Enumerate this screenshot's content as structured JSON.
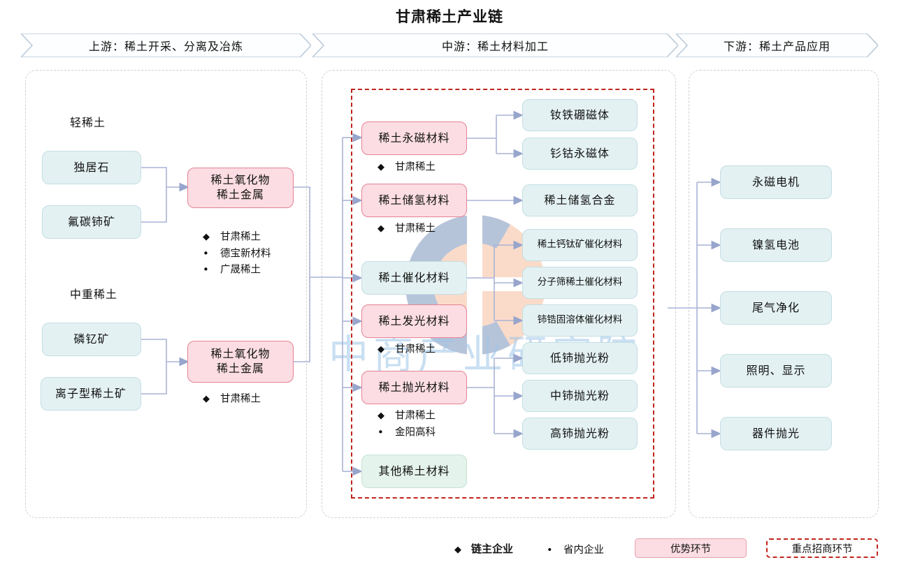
{
  "title": "甘肃稀土产业链",
  "banners": [
    {
      "label": "上游：稀土开采、分离及冶炼"
    },
    {
      "label": "中游：稀土材料加工"
    },
    {
      "label": "下游：稀土产品应用"
    }
  ],
  "upstream": {
    "groups": [
      {
        "name": "轻稀土",
        "sources": [
          "独居石",
          "氟碳铈矿"
        ],
        "output_line1": "稀土氧化物",
        "output_line2": "稀土金属",
        "companies": [
          {
            "marker": "◆",
            "name": "甘肃稀土"
          },
          {
            "marker": "•",
            "name": "德宝新材料"
          },
          {
            "marker": "•",
            "name": "广晟稀土"
          }
        ]
      },
      {
        "name": "中重稀土",
        "sources": [
          "磷钇矿",
          "离子型稀土矿"
        ],
        "output_line1": "稀土氧化物",
        "output_line2": "稀土金属",
        "companies": [
          {
            "marker": "◆",
            "name": "甘肃稀土"
          }
        ]
      }
    ]
  },
  "midstream": {
    "materials": [
      {
        "label": "稀土永磁材料",
        "highlight": true,
        "companies": [
          {
            "marker": "◆",
            "name": "甘肃稀土"
          }
        ],
        "products": [
          "钕铁硼磁体",
          "钐钴永磁体"
        ]
      },
      {
        "label": "稀土储氢材料",
        "highlight": true,
        "companies": [
          {
            "marker": "◆",
            "name": "甘肃稀土"
          }
        ],
        "products": [
          "稀土储氢合金"
        ]
      },
      {
        "label": "稀土催化材料",
        "highlight": false,
        "companies": [],
        "products": [
          "稀土钙钛矿催化材料",
          "分子筛稀土催化材料",
          "铈锆固溶体催化材料"
        ]
      },
      {
        "label": "稀土发光材料",
        "highlight": true,
        "companies": [
          {
            "marker": "◆",
            "name": "甘肃稀土"
          }
        ],
        "products": []
      },
      {
        "label": "稀土抛光材料",
        "highlight": true,
        "companies": [
          {
            "marker": "◆",
            "name": "甘肃稀土"
          },
          {
            "marker": "•",
            "name": "金阳高科"
          }
        ],
        "products": [
          "低铈抛光粉",
          "中铈抛光粉",
          "高铈抛光粉"
        ]
      },
      {
        "label": "其他稀土材料",
        "highlight": false,
        "companies": [],
        "products": []
      }
    ]
  },
  "downstream": {
    "applications": [
      "永磁电机",
      "镍氢电池",
      "尾气净化",
      "照明、显示",
      "器件抛光"
    ]
  },
  "legend": {
    "chain_leader": {
      "marker": "◆",
      "label": "链主企业"
    },
    "provincial": {
      "marker": "•",
      "label": "省内企业"
    },
    "advantage": "优势环节",
    "key_investment": "重点招商环节"
  },
  "watermark": {
    "text": "中商产业研究院"
  },
  "colors": {
    "highlight_fill": "#fbdde3",
    "highlight_border": "#e58294",
    "node_fill": "#e4f1f2",
    "node_border": "#c2dee3",
    "key_red": "#c0251c",
    "connector": "#a9b3d6"
  }
}
